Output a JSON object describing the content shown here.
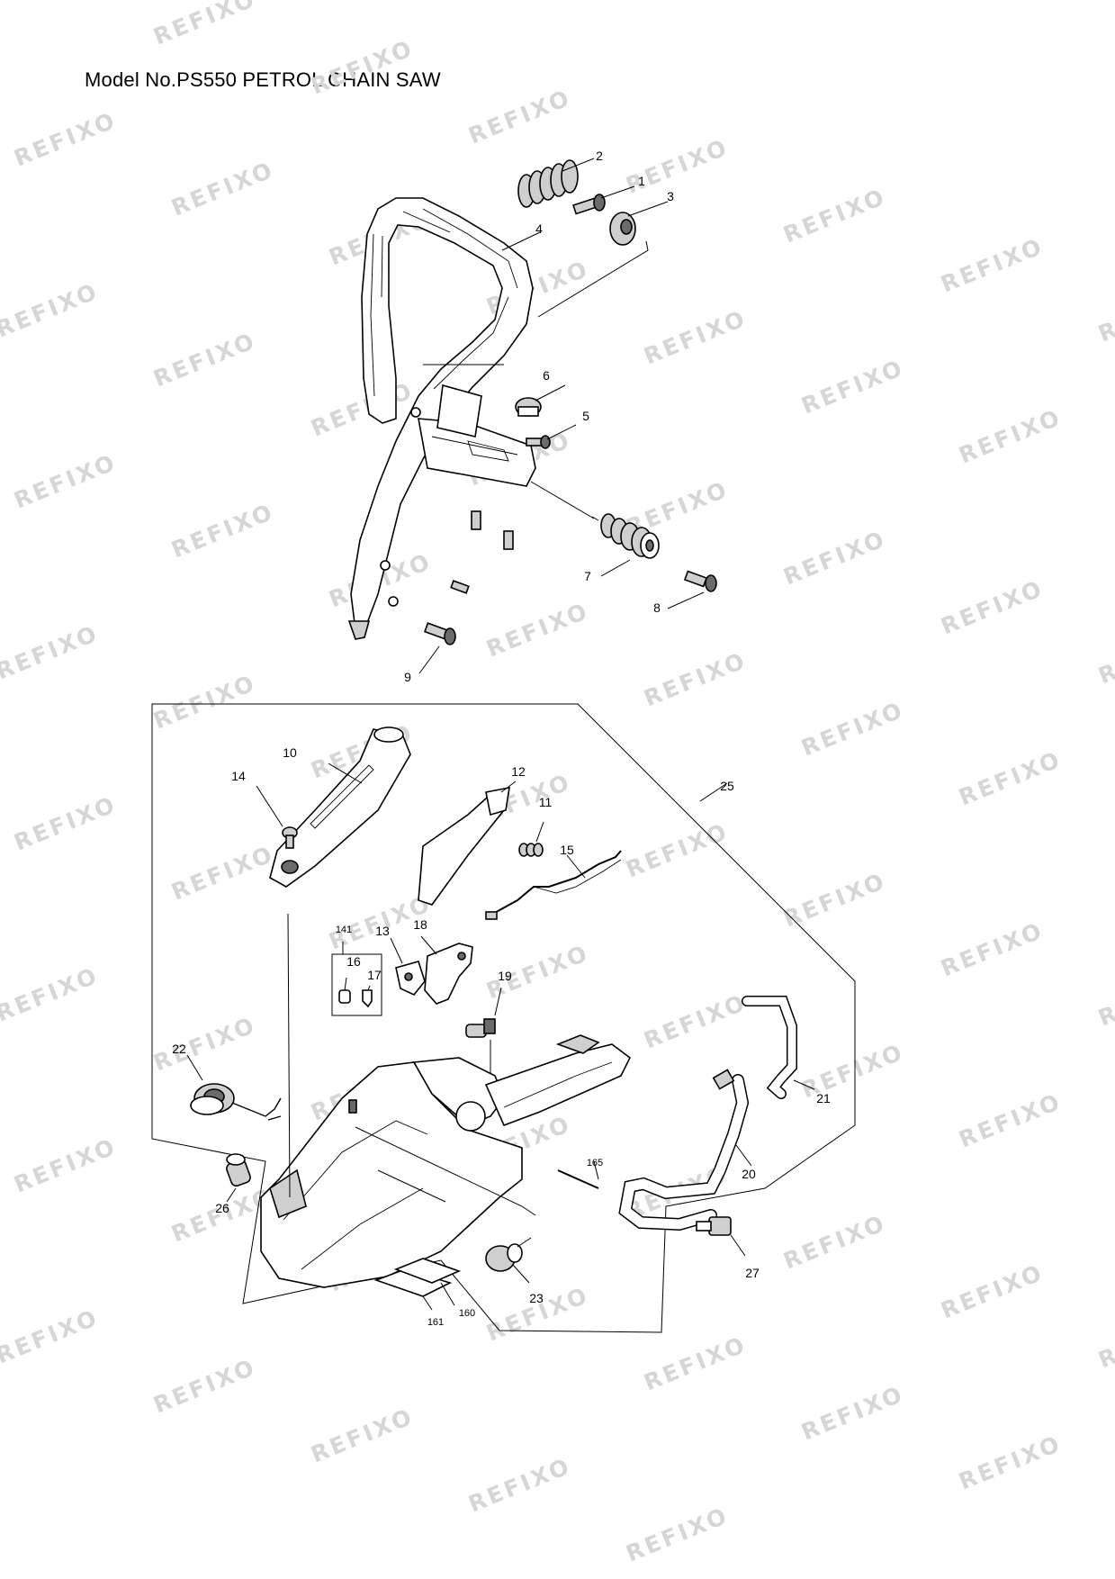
{
  "title": "Model No.PS550 PETROL CHAIN SAW",
  "watermark": "REFIXO",
  "callouts": [
    "1",
    "2",
    "3",
    "4",
    "5",
    "6",
    "7",
    "8",
    "9",
    "10",
    "11",
    "12",
    "13",
    "14",
    "15",
    "16",
    "17",
    "18",
    "19",
    "20",
    "21",
    "22",
    "23",
    "25",
    "26",
    "27",
    "141",
    "160",
    "161",
    "165"
  ]
}
